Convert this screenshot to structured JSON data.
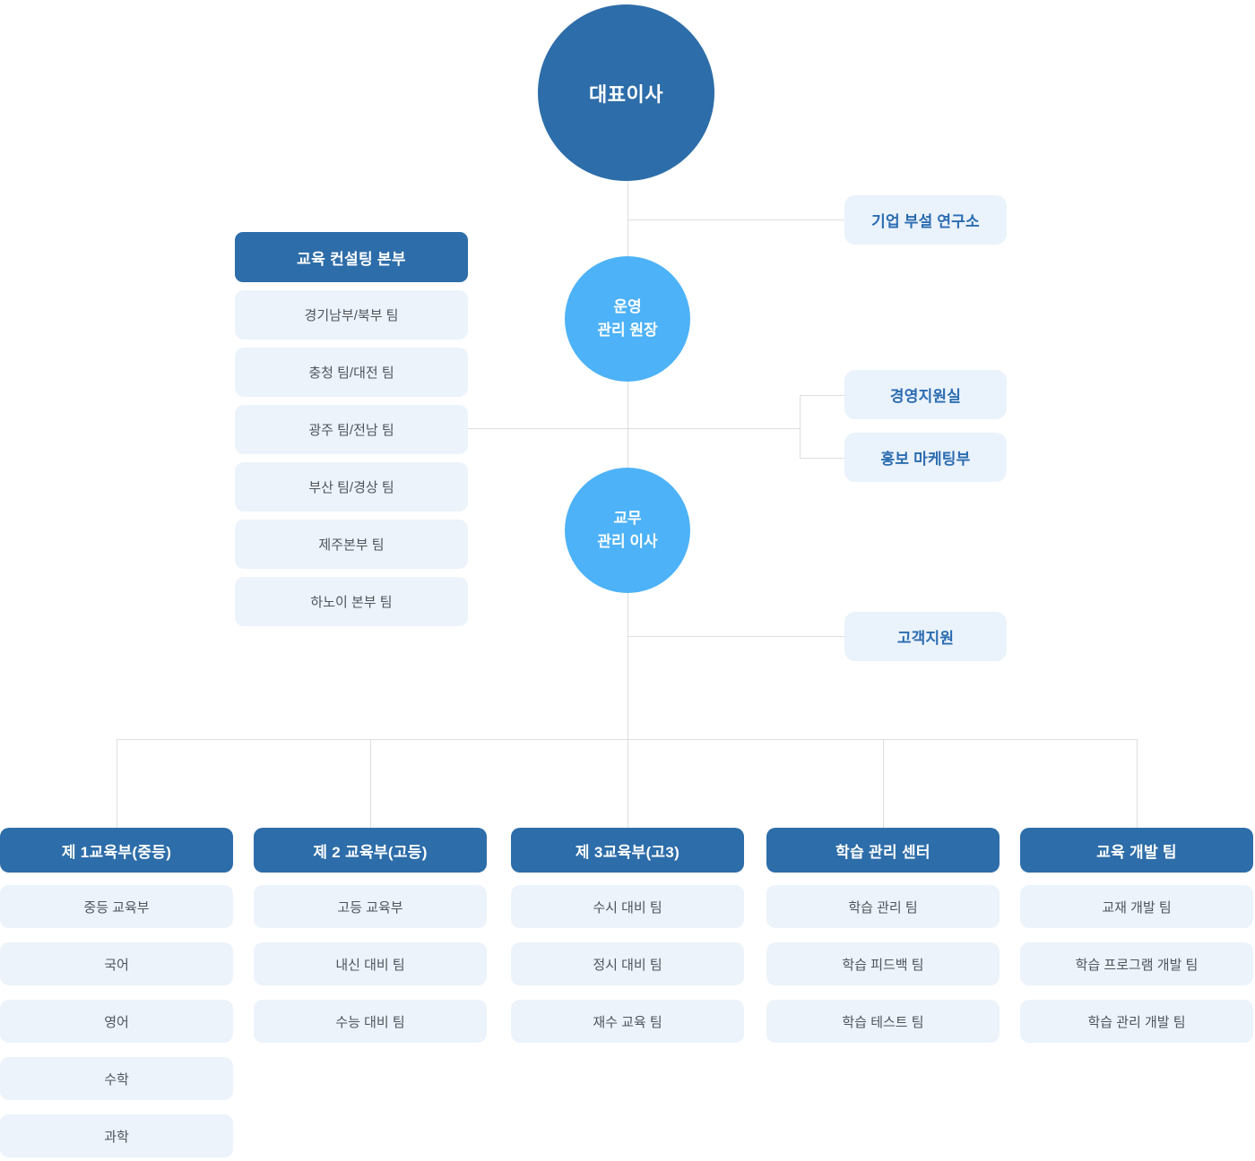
{
  "palette": {
    "node_dark_blue": "#2d6da9",
    "node_light_blue": "#4db2f7",
    "leaf_background": "#ecf3fa",
    "leaf_blue_text": "#2b6cb0",
    "leaf_gray_text": "#4e555d",
    "connector_gray": "#dcdee1"
  },
  "ceo": {
    "label": "대표이사"
  },
  "research_lab": {
    "label": "기업 부설 연구소"
  },
  "operations_director": {
    "label": "운영\n관리 원장"
  },
  "academic_director": {
    "label": "교무\n관리 이사"
  },
  "management_support": {
    "label": "경영지원실"
  },
  "pr_marketing": {
    "label": "홍보 마케팅부"
  },
  "customer_support": {
    "label": "고객지원"
  },
  "consulting": {
    "header": "교육 컨설팅 본부",
    "items": [
      "경기남부/북부 팀",
      "충청 팀/대전 팀",
      "광주 팀/전남 팀",
      "부산 팀/경상 팀",
      "제주본부 팀",
      "하노이 본부 팀"
    ]
  },
  "departments": [
    {
      "header": "제 1교육부(중등)",
      "items": [
        "중등 교육부",
        "국어",
        "영어",
        "수학",
        "과학"
      ]
    },
    {
      "header": "제 2 교육부(고등)",
      "items": [
        "고등 교육부",
        "내신 대비 팀",
        "수능 대비 팀"
      ]
    },
    {
      "header": "제 3교육부(고3)",
      "items": [
        "수시 대비 팀",
        "정시 대비 팀",
        "재수 교육 팀"
      ]
    },
    {
      "header": "학습 관리 센터",
      "items": [
        "학습 관리 팀",
        "학습 피드백 팀",
        "학습 테스트 팀"
      ]
    },
    {
      "header": "교육 개발 팀",
      "items": [
        "교재 개발 팀",
        "학습 프로그램 개발 팀",
        "학습 관리 개발 팀"
      ]
    }
  ]
}
